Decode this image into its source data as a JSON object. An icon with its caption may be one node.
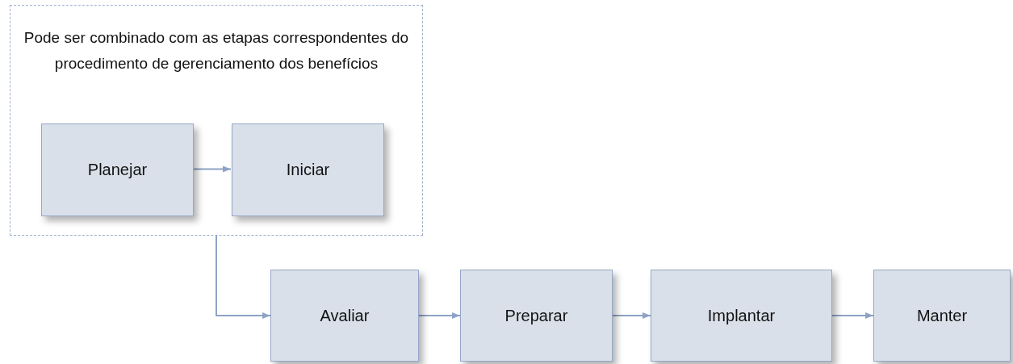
{
  "diagram": {
    "nodes": [
      {
        "text": [
          "Pode ser combinado com as etapas correspondentes do procedimento de gerenciamento dos benefícios"
        ]
      },
      {
        "text": [
          "Planejar"
        ],
        "in": 0
      },
      {
        "text": [
          "Iniciar"
        ],
        "in": 0
      },
      {
        "text": [
          "Avaliar"
        ]
      },
      {
        "text": [
          "Preparar"
        ]
      },
      {
        "text": [
          "Implantar"
        ]
      },
      {
        "text": [
          "Manter"
        ]
      }
    ],
    "edges": [
      {
        "from": 1,
        "to": 2,
        "arrow": "to"
      },
      {
        "from": 0,
        "to": 3,
        "arrow": "to"
      },
      {
        "from": 3,
        "to": 4,
        "arrow": "to"
      },
      {
        "from": 4,
        "to": 5,
        "arrow": "to"
      },
      {
        "from": 5,
        "to": 6,
        "arrow": "to"
      }
    ]
  }
}
